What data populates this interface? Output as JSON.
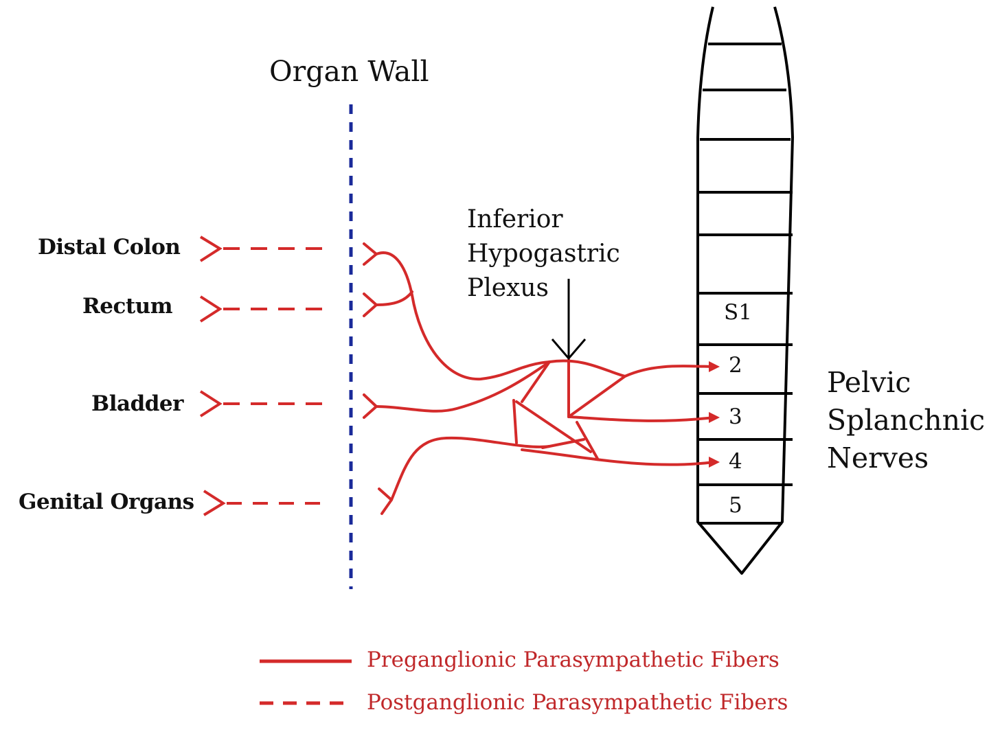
{
  "organ_wall_label": "Organ Wall",
  "organs": [
    {
      "name": "Distal Colon"
    },
    {
      "name": "Rectum"
    },
    {
      "name": "Bladder"
    },
    {
      "name": "Genital Organs"
    }
  ],
  "plexus_label": [
    "Inferior",
    "Hypogastric",
    "Plexus"
  ],
  "spinal_segments": [
    "S1",
    "2",
    "3",
    "4",
    "5"
  ],
  "nerve_group_label": [
    "Pelvic",
    "Splanchnic",
    "Nerves"
  ],
  "legend": [
    {
      "text": "Preganglionic Parasympathetic Fibers",
      "line_style": "solid"
    },
    {
      "text": "Postganglionic Parasympathetic Fibers",
      "line_style": "dashed"
    }
  ],
  "colors": {
    "fiber": "#d42a2a",
    "organ_wall": "#1a2a9a",
    "outline": "#000000",
    "legend_text": "#c0282a"
  }
}
